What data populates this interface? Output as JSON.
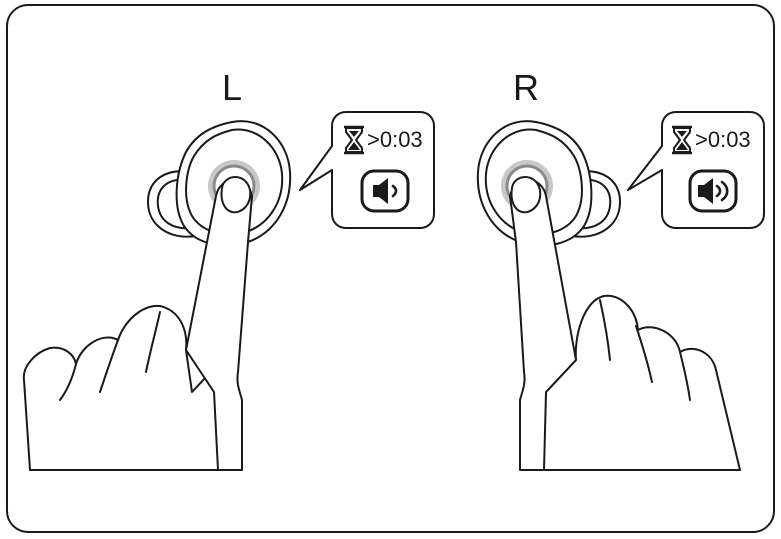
{
  "figure": {
    "left": {
      "label": "L",
      "hold_time": ">0:03",
      "icon": "volume-down-icon"
    },
    "right": {
      "label": "R",
      "hold_time": ">0:03",
      "icon": "volume-up-icon"
    },
    "colors": {
      "stroke": "#1a1a1a",
      "press_ring_outer": "#c8c8c8",
      "press_ring_inner": "#8a8a8a"
    }
  }
}
